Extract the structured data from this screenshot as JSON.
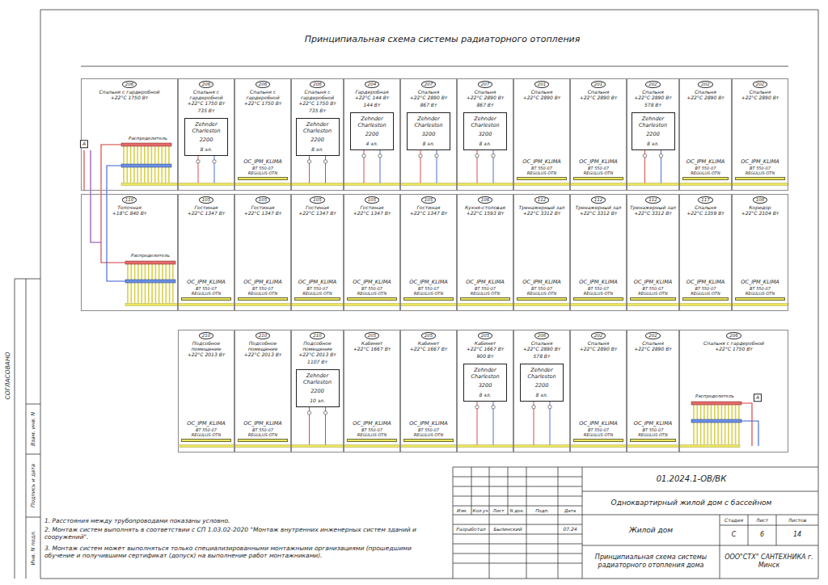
{
  "diagram": {
    "title": "Принципиальная схема системы радиаторного отопления",
    "nodes": [
      {
        "text": [
          "206",
          "Спальня с гардеробной",
          "+22°C 1750 Вт"
        ]
      },
      {
        "text": [
          "206",
          "Спальня с гардеробной",
          "+22°C 1750 Вт",
          "735 Вт"
        ]
      },
      {
        "text": [
          "Zehnder Charleston",
          "2200",
          "8 эл."
        ],
        "in": 1
      },
      {
        "text": [
          "206",
          "Спальня с гардеробной",
          "+22°C 1750 Вт"
        ]
      },
      {
        "text": [
          "OC_IPM_KLIMA",
          "BT 550-07",
          "REGULUS-OTN"
        ],
        "in": 3
      },
      {
        "text": [
          "206",
          "Спальня с гардеробной",
          "+22°C 1750 Вт",
          "735 Вт"
        ]
      },
      {
        "text": [
          "Zehnder Charleston",
          "2200",
          "8 эл."
        ],
        "in": 5
      },
      {
        "text": [
          "204",
          "Гардеробная",
          "+22°C 144 Вт",
          "144 Вт"
        ]
      },
      {
        "text": [
          "Zehnder Charleston",
          "2200",
          "4 эл."
        ],
        "in": 7
      },
      {
        "text": [
          "207",
          "Спальня",
          "+22°C 2890 Вт",
          "867 Вт"
        ]
      },
      {
        "text": [
          "Zehnder Charleston",
          "3200",
          "8 эл."
        ],
        "in": 9
      },
      {
        "text": [
          "207",
          "Спальня",
          "+22°C 2890 Вт",
          "867 Вт"
        ]
      },
      {
        "text": [
          "Zehnder Charleston",
          "3200",
          "8 эл."
        ],
        "in": 11
      },
      {
        "text": [
          "201",
          "Спальня",
          "+22°C 2890 Вт"
        ]
      },
      {
        "text": [
          "OC_IPM_KLIMA",
          "BT 550-07",
          "REGULUS-OTN"
        ],
        "in": 13
      },
      {
        "text": [
          "201",
          "Спальня",
          "+22°C 2890 Вт"
        ]
      },
      {
        "text": [
          "OC_IPM_KLIMA",
          "BT 550-07",
          "REGULUS-OTN"
        ],
        "in": 15
      },
      {
        "text": [
          "202",
          "Спальня",
          "+22°C 2890 Вт",
          "578 Вт"
        ]
      },
      {
        "text": [
          "Zehnder Charleston",
          "2200",
          "8 эл."
        ],
        "in": 17
      },
      {
        "text": [
          "202",
          "Спальня",
          "+22°C 2890 Вт"
        ]
      },
      {
        "text": [
          "OC_IPM_KLIMA",
          "BT 550-07",
          "REGULUS-OTN"
        ],
        "in": 19
      },
      {
        "text": [
          "202",
          "Спальня",
          "+22°C 2890 Вт"
        ]
      },
      {
        "text": [
          "OC_IPM_KLIMA",
          "BT 550-07",
          "REGULUS-OTN"
        ],
        "in": 21
      },
      {
        "text": [
          "110",
          "Топочная",
          "+18°C 840 Вт"
        ]
      },
      {
        "text": [
          "105",
          "Гостиная",
          "+22°C 1347 Вт"
        ]
      },
      {
        "text": [
          "OC_IPM_KLIMA",
          "BT 550-07",
          "REGULUS-OTN"
        ],
        "in": 24
      },
      {
        "text": [
          "105",
          "Гостиная",
          "+22°C 1347 Вт"
        ]
      },
      {
        "text": [
          "OC_IPM_KLIMA",
          "BT 550-07",
          "REGULUS-OTN"
        ],
        "in": 26
      },
      {
        "text": [
          "105",
          "Гостиная",
          "+22°C 1347 Вт"
        ]
      },
      {
        "text": [
          "OC_IPM_KLIMA",
          "BT 550-07",
          "REGULUS-OTN"
        ],
        "in": 28
      },
      {
        "text": [
          "105",
          "Гостиная",
          "+22°C 1347 Вт"
        ]
      },
      {
        "text": [
          "OC_IPM_KLIMA",
          "BT 550-07",
          "REGULUS-OTN"
        ],
        "in": 30
      },
      {
        "text": [
          "105",
          "Гостиная",
          "+22°C 1347 Вт"
        ]
      },
      {
        "text": [
          "OC_IPM_KLIMA",
          "BT 550-07",
          "REGULUS-OTN"
        ],
        "in": 32
      },
      {
        "text": [
          "106",
          "Кухня-столовая",
          "+22°C 1593 Вт"
        ]
      },
      {
        "text": [
          "OC_IPM_KLIMA",
          "BT 550-07",
          "REGULUS-OTN"
        ],
        "in": 34
      },
      {
        "text": [
          "112",
          "Тренажерный зал",
          "+22°C 3312 Вт"
        ]
      },
      {
        "text": [
          "OC_IPM_KLIMA",
          "BT 550-07",
          "REGULUS-OTN"
        ],
        "in": 36
      },
      {
        "text": [
          "112",
          "Тренажерный зал",
          "+22°C 3312 Вт"
        ]
      },
      {
        "text": [
          "OC_IPM_KLIMA",
          "BT 550-07",
          "REGULUS-OTN"
        ],
        "in": 38
      },
      {
        "text": [
          "112",
          "Тренажерный зал",
          "+22°C 3312 Вт"
        ]
      },
      {
        "text": [
          "OC_IPM_KLIMA",
          "BT 550-07",
          "REGULUS-OTN"
        ],
        "in": 40
      },
      {
        "text": [
          "117",
          "Спальня",
          "+22°C 1359 Вт"
        ]
      },
      {
        "text": [
          "OC_IPM_KLIMA",
          "BT 550-07",
          "REGULUS-OTN"
        ],
        "in": 42
      },
      {
        "text": [
          "108",
          "Коридор",
          "+22°C 2104 Вт"
        ]
      },
      {
        "text": [
          "OC_IPM_KLIMA",
          "BT 550-07",
          "REGULUS-OTN"
        ],
        "in": 44
      },
      {
        "text": [
          "210",
          "Подсобное помещение",
          "+22°C 2013 Вт"
        ]
      },
      {
        "text": [
          "OC_IPM_KLIMA",
          "BT 550-07",
          "REGULUS-OTN"
        ],
        "in": 46
      },
      {
        "text": [
          "210",
          "Подсобное помещение",
          "+22°C 2013 Вт"
        ]
      },
      {
        "text": [
          "OC_IPM_KLIMA",
          "BT 550-07",
          "REGULUS-OTN"
        ],
        "in": 48
      },
      {
        "text": [
          "210",
          "Подсобное помещение",
          "+22°C 2013 Вт",
          "1107 Вт"
        ]
      },
      {
        "text": [
          "Zehnder Charleston",
          "2200",
          "10 эл."
        ],
        "in": 50
      },
      {
        "text": [
          "205",
          "Кабинет",
          "+22°C 1667 Вт"
        ]
      },
      {
        "text": [
          "OC_IPM_KLIMA",
          "BT 550-07",
          "REGULUS-OTN"
        ],
        "in": 52
      },
      {
        "text": [
          "205",
          "Кабинет",
          "+22°C 1667 Вт"
        ]
      },
      {
        "text": [
          "OC_IPM_KLIMA",
          "BT 550-07",
          "REGULUS-OTN"
        ],
        "in": 54
      },
      {
        "text": [
          "205",
          "Кабинет",
          "+22°C 1667 Вт",
          "900 Вт"
        ]
      },
      {
        "text": [
          "Zehnder Charleston",
          "3200",
          "8 эл."
        ],
        "in": 56
      },
      {
        "text": [
          "208",
          "Спальня",
          "+22°C 2890 Вт",
          "578 Вт"
        ]
      },
      {
        "text": [
          "Zehnder Charleston",
          "2200",
          "8 эл."
        ],
        "in": 58
      },
      {
        "text": [
          "202",
          "Спальня",
          "+22°C 2890 Вт"
        ]
      },
      {
        "text": [
          "OC_IPM_KLIMA",
          "BT 550-07",
          "REGULUS-OTN"
        ],
        "in": 60
      },
      {
        "text": [
          "202",
          "Спальня",
          "+22°C 2890 Вт"
        ]
      },
      {
        "text": [
          "OC_IPM_KLIMA",
          "BT 550-07",
          "REGULUS-OTN"
        ],
        "in": 62
      },
      {
        "text": [
          "206",
          "Спальня с гардеробной",
          "+22°C 1750 Вт"
        ]
      }
    ],
    "labels": [
      "Принципиальная схема системы радиаторного отопления",
      "Распределитель",
      "Распределитель",
      "Распределитель",
      "А",
      "А",
      "1. Расстояния между трубопроводами показаны условно.",
      "2. Монтаж систем выполнять в соответствии с СП 1.03.02-2020 \"Монтаж внутренних инженерных систем зданий и сооружений\".",
      "3. Монтаж систем может выполняться только специализированными монтажными организациями (прошедшими обучение и получившими сертификат (допуск) на выполнение работ монтажниками).",
      "01.2024.1-ОВ/ВК",
      "Одноквартирный жилой дом с бассейном",
      "Изм.",
      "Кол.уч",
      "Лист",
      "N док.",
      "Подп.",
      "Дата",
      "Разработал",
      "Былинский",
      "07.24",
      "Жилой дом",
      "Стадия",
      "Лист",
      "Листов",
      "С",
      "6",
      "14",
      "Принципиальная схема системы радиаторного отопления дома",
      "ООО\"СТХ\" САНТЕХНИКА г. Минск",
      "СОГЛАСОВАНО",
      "Взам. инв. N",
      "Подпись и дата",
      "Инв. N подл."
    ]
  }
}
